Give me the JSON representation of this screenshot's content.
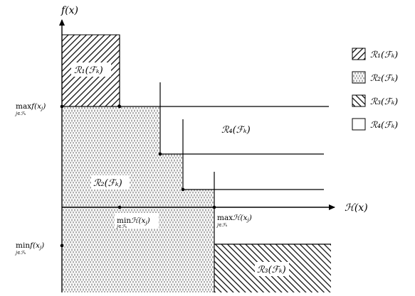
{
  "axes": {
    "y_label": "f(x)",
    "x_label": "ℋ(x)"
  },
  "ticks": {
    "max_f": {
      "prefix": "max",
      "body": "f(x",
      "sub": "j",
      "close": ")",
      "under": "j∈ℱₖ"
    },
    "min_f": {
      "prefix": "min",
      "body": "f(x",
      "sub": "j",
      "close": ")",
      "under": "j∈ℱₖ"
    },
    "min_h": {
      "prefix": "min",
      "body": "ℋ(x",
      "sub": "j",
      "close": ")",
      "under": "j∈ℱₖ"
    },
    "max_h": {
      "prefix": "max",
      "body": "ℋ(x",
      "sub": "j",
      "close": ")",
      "under": "j∈ℱₖ"
    }
  },
  "regions": {
    "r1": "ℛ₁(ℱₖ)",
    "r2": "ℛ₂(ℱₖ)",
    "r3": "ℛ₃(ℱₖ)",
    "r4": "ℛ₄(ℱₖ)"
  },
  "legend": [
    {
      "label": "ℛ₁(ℱₖ)",
      "pattern": "diag-up"
    },
    {
      "label": "ℛ₂(ℱₖ)",
      "pattern": "dots"
    },
    {
      "label": "ℛ₃(ℱₖ)",
      "pattern": "diag-down"
    },
    {
      "label": "ℛ₄(ℱₖ)",
      "pattern": "empty"
    }
  ]
}
